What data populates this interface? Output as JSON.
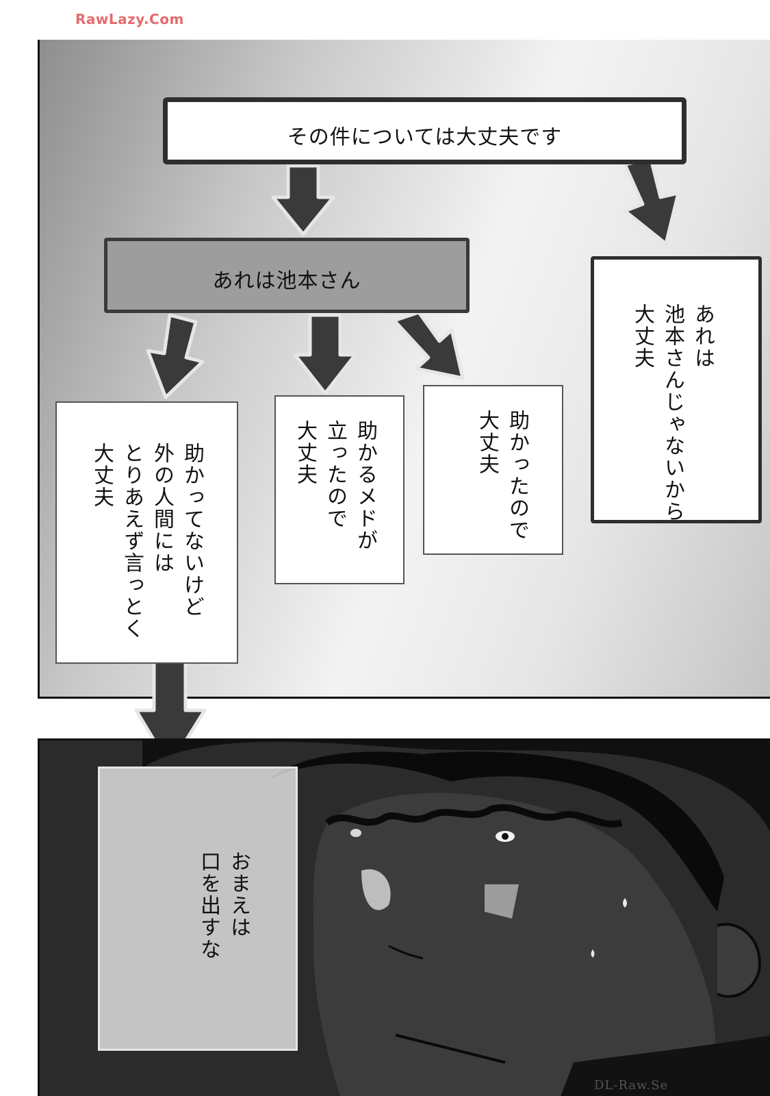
{
  "watermarks": {
    "top": "RawLazy.Com",
    "bottom": "DL-Raw.Se"
  },
  "flowchart": {
    "root": "その件については大丈夫です",
    "sub": "あれは池本さん",
    "leaf_left": "助かってないけど\n外の人間には\nとりあえず言っとく\n大丈夫",
    "leaf_mid": "助かるメドが\n立ったので\n大丈夫",
    "leaf_right": "助かったので\n大丈夫",
    "leaf_far": "あれは\n池本さんじゃないから\n大丈夫"
  },
  "bottom_panel": {
    "caption": "おまえは\n口を出すな"
  }
}
